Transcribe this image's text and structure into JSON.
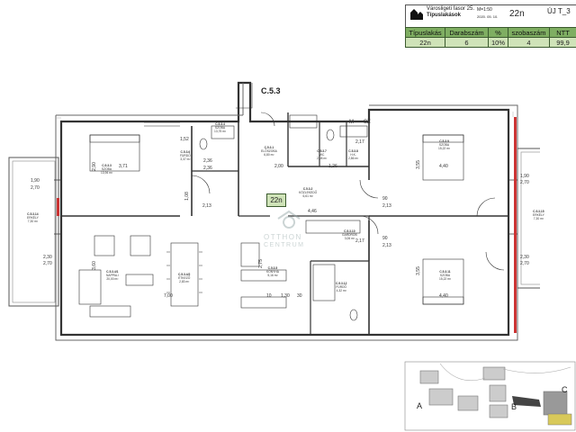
{
  "title_block": {
    "address": "Városligeti fasor 25.",
    "subtitle": "Típuslakások",
    "scale": "M=1:50",
    "date": "2020. 05. 10.",
    "unit_code": "22n",
    "project": "ÚJ T_3"
  },
  "info_table": {
    "headers": [
      "Típuslakás",
      "Darabszám",
      "%",
      "szobaszám",
      "NTT"
    ],
    "row": [
      "22n",
      "6",
      "10%",
      "4",
      "99,9"
    ]
  },
  "plan": {
    "stair_label": "C.5.3",
    "unit_tag": "22n",
    "watermark_line1": "OTTHON",
    "watermark_line2": "CENTRUM",
    "rooms": [
      {
        "id": "C.5.3.1",
        "name": "ELŐSZOBA",
        "area": "6,80 m²"
      },
      {
        "id": "C.5.3.2",
        "name": "KÖZLEKEDŐ",
        "area": "6,61 m²"
      },
      {
        "id": "C.5.3.3",
        "name": "SZOBA",
        "area": "13,94 m²"
      },
      {
        "id": "C.5.3.4",
        "name": "SZOBA",
        "area": "13,75 m²"
      },
      {
        "id": "C.5.3.4/1",
        "name": "NAPPALI",
        "area": "20,00 m²"
      },
      {
        "id": "C.5.3.4/2",
        "name": "ÉTKEZŐ",
        "area": "2,83 m²"
      },
      {
        "id": "C.5.3.5",
        "name": "KONYHA",
        "area": "5,16 m²"
      },
      {
        "id": "C.5.3.6",
        "name": "FÜRDŐ",
        "area": "3,37 m²"
      },
      {
        "id": "C.5.3.7",
        "name": "WC",
        "area": "2,08 m²"
      },
      {
        "id": "C.5.3.8",
        "name": "H.K.",
        "area": "2,86 m²"
      },
      {
        "id": "C.5.3.9",
        "name": "SZOBA",
        "area": "15,22 m²"
      },
      {
        "id": "C.5.3.10",
        "name": "GARDRÓB",
        "area": "3,06 m²"
      },
      {
        "id": "C.5.3.11",
        "name": "SZOBA",
        "area": "15,22 m²"
      },
      {
        "id": "C.5.3.12",
        "name": "FÜRDŐ",
        "area": "4,32 m²"
      },
      {
        "id": "C.5.3.14",
        "name": "ERKÉLY",
        "area": "7,30 m²"
      },
      {
        "id": "C.5.3.15",
        "name": "ERKÉLY",
        "area": "7,30 m²"
      }
    ],
    "fixture_labels": [
      "M",
      "SZ"
    ],
    "dimensions": [
      "3,71",
      "2,00",
      "1,26",
      "4,40",
      "2,90",
      "3,60",
      "7,00",
      "2,75",
      "10",
      "1,30",
      "30",
      "4,40",
      "3,55",
      "4,46",
      "3,55",
      "1,90",
      "2,70",
      "2,30",
      "2,70",
      "1,90",
      "2,70",
      "2,30",
      "2,70",
      "1,52",
      "2,36",
      "2,36",
      "1,08",
      "2,13",
      "90",
      "2,13",
      "90",
      "2,13",
      "90",
      "2,13",
      "2,17",
      "2,17"
    ]
  },
  "site_map": {
    "labels": [
      "A",
      "B",
      "C"
    ]
  }
}
